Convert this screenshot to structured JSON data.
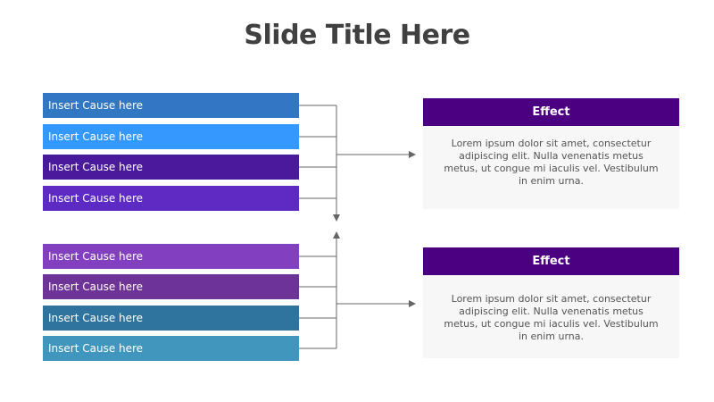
{
  "title": "Slide Title Here",
  "colors": {
    "cause_1": "#3177c2",
    "cause_2": "#3399ff",
    "cause_3": "#4a1a9c",
    "cause_4": "#5d2bc4",
    "cause_5": "#8240c0",
    "cause_6": "#6e3396",
    "cause_7": "#2e749e",
    "cause_8": "#4096bd",
    "effect_header": "#4b0082",
    "effect_body": "#f7f7f7",
    "connector": "#666666"
  },
  "causes_top": [
    {
      "label": "Insert Cause here",
      "color": "#3177c2"
    },
    {
      "label": "Insert Cause here",
      "color": "#3399ff"
    },
    {
      "label": "Insert Cause here",
      "color": "#4a1a9c"
    },
    {
      "label": "Insert Cause here",
      "color": "#5d2bc4"
    }
  ],
  "causes_bottom": [
    {
      "label": "Insert Cause here",
      "color": "#8240c0"
    },
    {
      "label": "Insert Cause here",
      "color": "#6e3396"
    },
    {
      "label": "Insert Cause here",
      "color": "#2e749e"
    },
    {
      "label": "Insert Cause here",
      "color": "#4096bd"
    }
  ],
  "effects": [
    {
      "title": "Effect",
      "text": "Lorem ipsum dolor sit amet, consectetur adipiscing elit. Nulla venenatis metus metus, ut congue mi iaculis vel. Vestibulum in enim urna."
    },
    {
      "title": "Effect",
      "text": "Lorem ipsum dolor sit amet, consectetur adipiscing elit. Nulla venenatis metus metus, ut congue mi iaculis vel. Vestibulum in enim urna."
    }
  ]
}
